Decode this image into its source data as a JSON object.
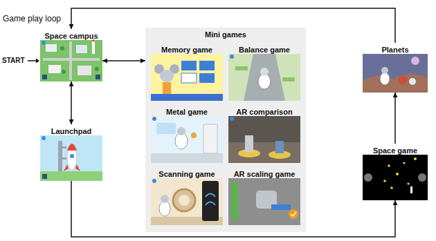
{
  "diagram": {
    "title": "Game play loop",
    "nodes": [
      {
        "text": [
          "Space campus"
        ]
      },
      {
        "text": [
          "Mini games"
        ]
      },
      {
        "text": [
          "Memory game"
        ],
        "in": 1
      },
      {
        "text": [
          "Balance game"
        ],
        "in": 1
      },
      {
        "text": [
          "Metal game"
        ],
        "in": 1
      },
      {
        "text": [
          "AR comparison"
        ],
        "in": 1
      },
      {
        "text": [
          "Scanning game"
        ],
        "in": 1
      },
      {
        "text": [
          "AR scaling game"
        ],
        "in": 1
      },
      {
        "text": [
          "Planets"
        ]
      },
      {
        "text": [
          "Launchpad"
        ]
      },
      {
        "text": [
          "Space game"
        ]
      }
    ],
    "edges": [
      {
        "from": 0,
        "to": 1,
        "arrow": "both"
      },
      {
        "from": 0,
        "to": 9,
        "arrow": "both"
      },
      {
        "from": 9,
        "to": 10,
        "arrow": "to"
      },
      {
        "from": 10,
        "to": 8,
        "arrow": "to"
      },
      {
        "from": 8,
        "to": 0,
        "arrow": "to"
      }
    ],
    "labels": [
      "START"
    ]
  }
}
